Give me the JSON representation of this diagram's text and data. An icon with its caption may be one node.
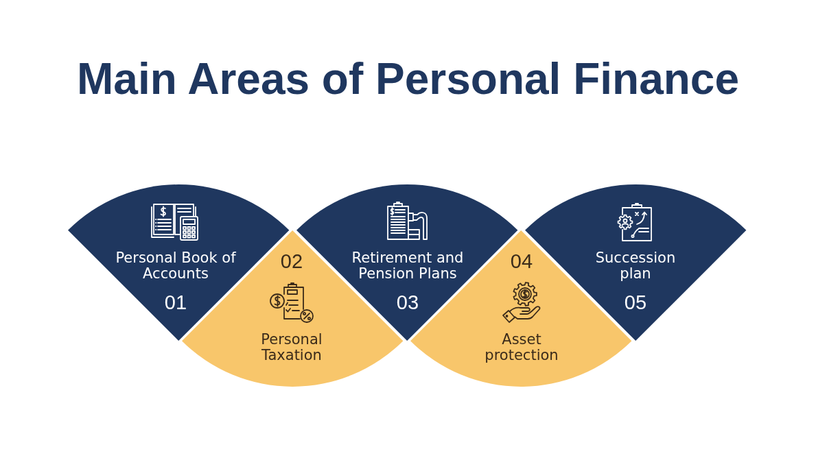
{
  "diagram": {
    "title": "Main Areas of Personal Finance",
    "nodes": [
      {
        "text": [
          "Personal Book of Accounts",
          "01"
        ]
      },
      {
        "text": [
          "02",
          "Personal Taxation"
        ]
      },
      {
        "text": [
          "Retirement and Pension Plans",
          "03"
        ]
      },
      {
        "text": [
          "04",
          "Asset protection"
        ]
      },
      {
        "text": [
          "Succession plan",
          "05"
        ]
      }
    ]
  }
}
